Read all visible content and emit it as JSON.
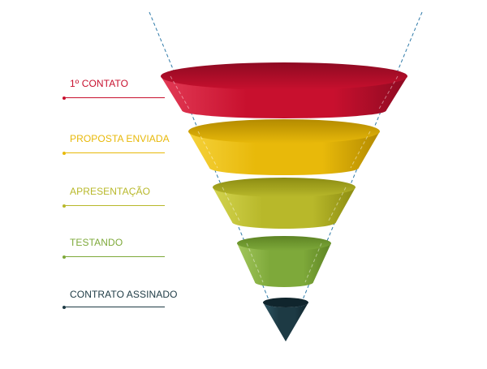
{
  "funnel": {
    "stages": [
      {
        "label": "1º CONTATO",
        "color": "#c8102e",
        "dark": "#8e0a22",
        "light": "#e23a55"
      },
      {
        "label": "PROPOSTA ENVIADA",
        "color": "#e8b90a",
        "dark": "#b38a00",
        "light": "#f5d13a"
      },
      {
        "label": "APRESENTAÇÃO",
        "color": "#b8b82a",
        "dark": "#8c8c12",
        "light": "#d2d34e"
      },
      {
        "label": "TESTANDO",
        "color": "#7ea93a",
        "dark": "#5e8424",
        "light": "#a2c65c"
      },
      {
        "label": "CONTRATO ASSINADO",
        "color": "#1d3a44",
        "dark": "#10252d",
        "light": "#2d5563"
      }
    ],
    "guide_color": "#2f7aa8"
  }
}
